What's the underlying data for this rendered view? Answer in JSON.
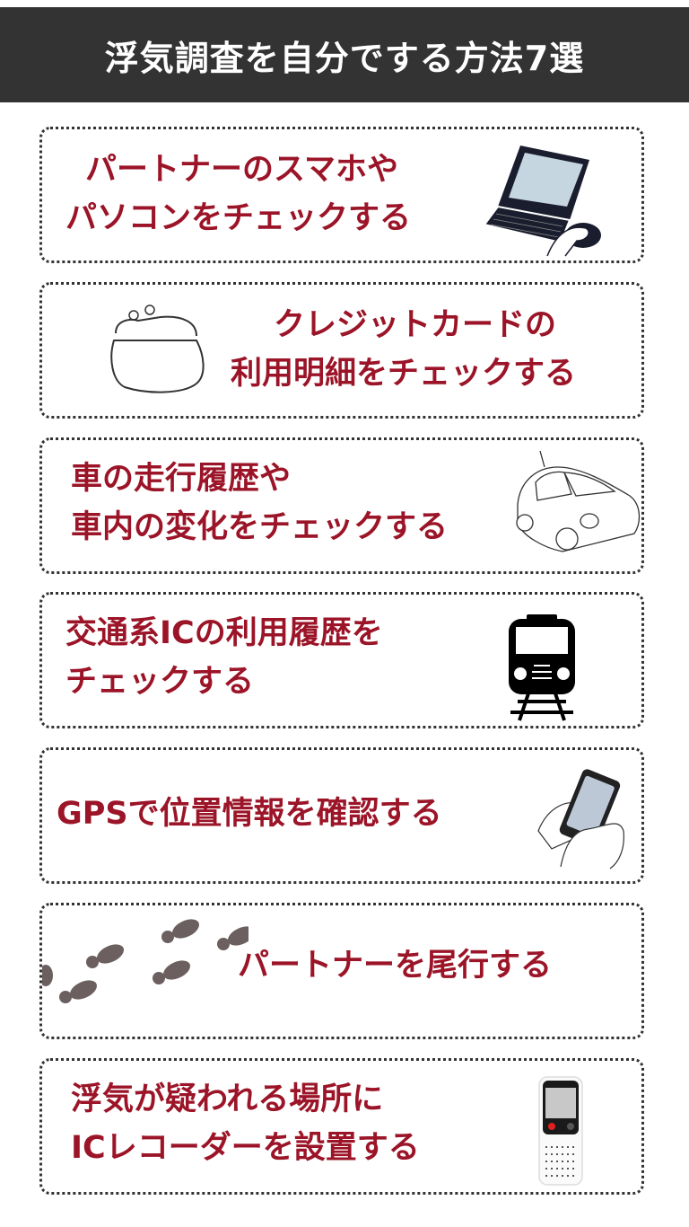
{
  "header": {
    "title": "浮気調査を自分でする方法7選",
    "background": "#333333",
    "text_color": "#ffffff"
  },
  "accent_color": "#9b1427",
  "items": [
    {
      "lines": [
        "パートナーのスマホや",
        "パソコンをチェックする"
      ],
      "icon": "laptop-with-mouse-icon"
    },
    {
      "lines": [
        "クレジットカードの",
        "利用明細をチェックする"
      ],
      "icon": "coin-purse-icon"
    },
    {
      "lines": [
        "車の走行履歴や",
        "車内の変化をチェックする"
      ],
      "icon": "car-icon"
    },
    {
      "lines": [
        "交通系ICの利用履歴を",
        "チェックする"
      ],
      "icon": "train-icon"
    },
    {
      "lines": [
        "GPSで位置情報を確認する"
      ],
      "icon": "smartphone-in-hands-icon"
    },
    {
      "lines": [
        "パートナーを尾行する"
      ],
      "icon": "footprints-icon"
    },
    {
      "lines": [
        "浮気が疑われる場所に",
        "ICレコーダーを設置する"
      ],
      "icon": "ic-recorder-icon"
    }
  ]
}
